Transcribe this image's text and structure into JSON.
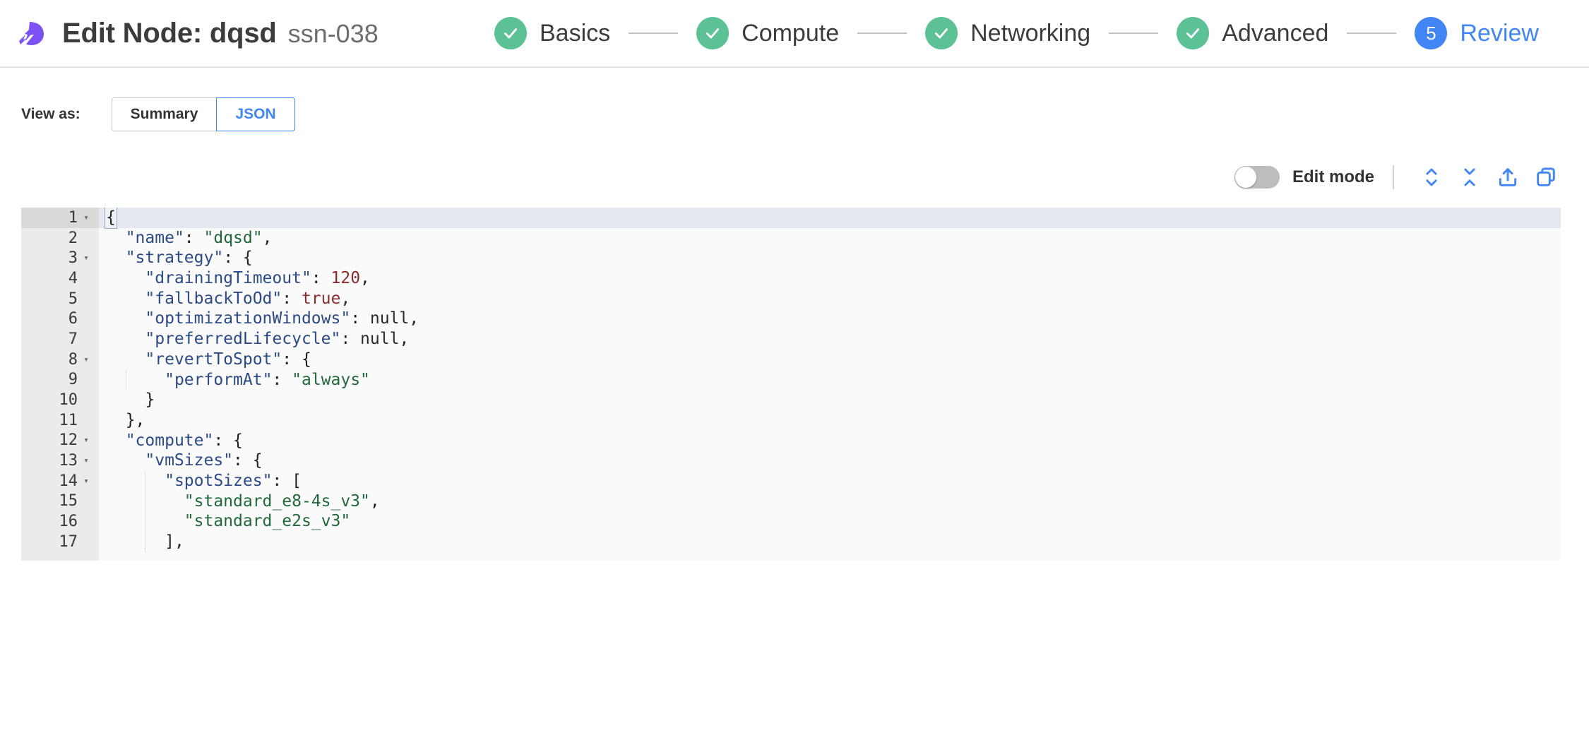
{
  "header": {
    "logo_icon": "spot-logo-icon",
    "title": "Edit Node: dqsd",
    "subtitle": "ssn-038",
    "stepper": [
      {
        "label": "Basics",
        "state": "done",
        "badge": "check-icon"
      },
      {
        "label": "Compute",
        "state": "done",
        "badge": "check-icon"
      },
      {
        "label": "Networking",
        "state": "done",
        "badge": "check-icon"
      },
      {
        "label": "Advanced",
        "state": "done",
        "badge": "check-icon"
      },
      {
        "label": "Review",
        "state": "current",
        "badge": "5"
      }
    ]
  },
  "view_as": {
    "label": "View as:",
    "options": [
      {
        "label": "Summary",
        "selected": false
      },
      {
        "label": "JSON",
        "selected": true
      }
    ]
  },
  "editor_toolbar": {
    "edit_mode_label": "Edit mode",
    "edit_mode_on": false,
    "icons": [
      {
        "name": "expand-all-icon",
        "title": "Expand all"
      },
      {
        "name": "collapse-all-icon",
        "title": "Collapse all"
      },
      {
        "name": "export-icon",
        "title": "Export"
      },
      {
        "name": "copy-icon",
        "title": "Copy"
      }
    ]
  },
  "colors": {
    "accent_blue": "#4285f4",
    "step_done_green": "#5cc295",
    "brand_purple": "#7c52f4",
    "json_key": "#2c4a86",
    "json_string": "#22683a",
    "json_number": "#8b2d2d",
    "active_line": "#e4e8f1",
    "gutter": "#ebebeb",
    "editor_bg": "#fafafa"
  },
  "code_editor": {
    "language": "json",
    "active_line": 1,
    "lines": [
      {
        "n": 1,
        "foldable": true,
        "indent": 0,
        "tokens": [
          {
            "t": "cursor",
            "v": "{"
          }
        ]
      },
      {
        "n": 2,
        "foldable": false,
        "indent": 1,
        "tokens": [
          {
            "t": "key",
            "v": "\"name\""
          },
          {
            "t": "punc",
            "v": ": "
          },
          {
            "t": "str",
            "v": "\"dqsd\""
          },
          {
            "t": "punc",
            "v": ","
          }
        ]
      },
      {
        "n": 3,
        "foldable": true,
        "indent": 1,
        "tokens": [
          {
            "t": "key",
            "v": "\"strategy\""
          },
          {
            "t": "punc",
            "v": ": {"
          }
        ]
      },
      {
        "n": 4,
        "foldable": false,
        "indent": 2,
        "tokens": [
          {
            "t": "key",
            "v": "\"drainingTimeout\""
          },
          {
            "t": "punc",
            "v": ": "
          },
          {
            "t": "num",
            "v": "120"
          },
          {
            "t": "punc",
            "v": ","
          }
        ]
      },
      {
        "n": 5,
        "foldable": false,
        "indent": 2,
        "tokens": [
          {
            "t": "key",
            "v": "\"fallbackToOd\""
          },
          {
            "t": "punc",
            "v": ": "
          },
          {
            "t": "bool",
            "v": "true"
          },
          {
            "t": "punc",
            "v": ","
          }
        ]
      },
      {
        "n": 6,
        "foldable": false,
        "indent": 2,
        "tokens": [
          {
            "t": "key",
            "v": "\"optimizationWindows\""
          },
          {
            "t": "punc",
            "v": ": "
          },
          {
            "t": "null",
            "v": "null"
          },
          {
            "t": "punc",
            "v": ","
          }
        ]
      },
      {
        "n": 7,
        "foldable": false,
        "indent": 2,
        "tokens": [
          {
            "t": "key",
            "v": "\"preferredLifecycle\""
          },
          {
            "t": "punc",
            "v": ": "
          },
          {
            "t": "null",
            "v": "null"
          },
          {
            "t": "punc",
            "v": ","
          }
        ]
      },
      {
        "n": 8,
        "foldable": true,
        "indent": 2,
        "tokens": [
          {
            "t": "key",
            "v": "\"revertToSpot\""
          },
          {
            "t": "punc",
            "v": ": {"
          }
        ]
      },
      {
        "n": 9,
        "foldable": false,
        "indent": 3,
        "tokens": [
          {
            "t": "key",
            "v": "\"performAt\""
          },
          {
            "t": "punc",
            "v": ": "
          },
          {
            "t": "str",
            "v": "\"always\""
          }
        ]
      },
      {
        "n": 10,
        "foldable": false,
        "indent": 2,
        "tokens": [
          {
            "t": "punc",
            "v": "}"
          }
        ]
      },
      {
        "n": 11,
        "foldable": false,
        "indent": 1,
        "tokens": [
          {
            "t": "punc",
            "v": "},"
          }
        ]
      },
      {
        "n": 12,
        "foldable": true,
        "indent": 1,
        "tokens": [
          {
            "t": "key",
            "v": "\"compute\""
          },
          {
            "t": "punc",
            "v": ": {"
          }
        ]
      },
      {
        "n": 13,
        "foldable": true,
        "indent": 2,
        "tokens": [
          {
            "t": "key",
            "v": "\"vmSizes\""
          },
          {
            "t": "punc",
            "v": ": {"
          }
        ]
      },
      {
        "n": 14,
        "foldable": true,
        "indent": 3,
        "tokens": [
          {
            "t": "key",
            "v": "\"spotSizes\""
          },
          {
            "t": "punc",
            "v": ": ["
          }
        ]
      },
      {
        "n": 15,
        "foldable": false,
        "indent": 4,
        "tokens": [
          {
            "t": "str",
            "v": "\"standard_e8-4s_v3\""
          },
          {
            "t": "punc",
            "v": ","
          }
        ]
      },
      {
        "n": 16,
        "foldable": false,
        "indent": 4,
        "tokens": [
          {
            "t": "str",
            "v": "\"standard_e2s_v3\""
          }
        ]
      },
      {
        "n": 17,
        "foldable": false,
        "indent": 3,
        "tokens": [
          {
            "t": "punc",
            "v": "],"
          }
        ]
      }
    ]
  }
}
